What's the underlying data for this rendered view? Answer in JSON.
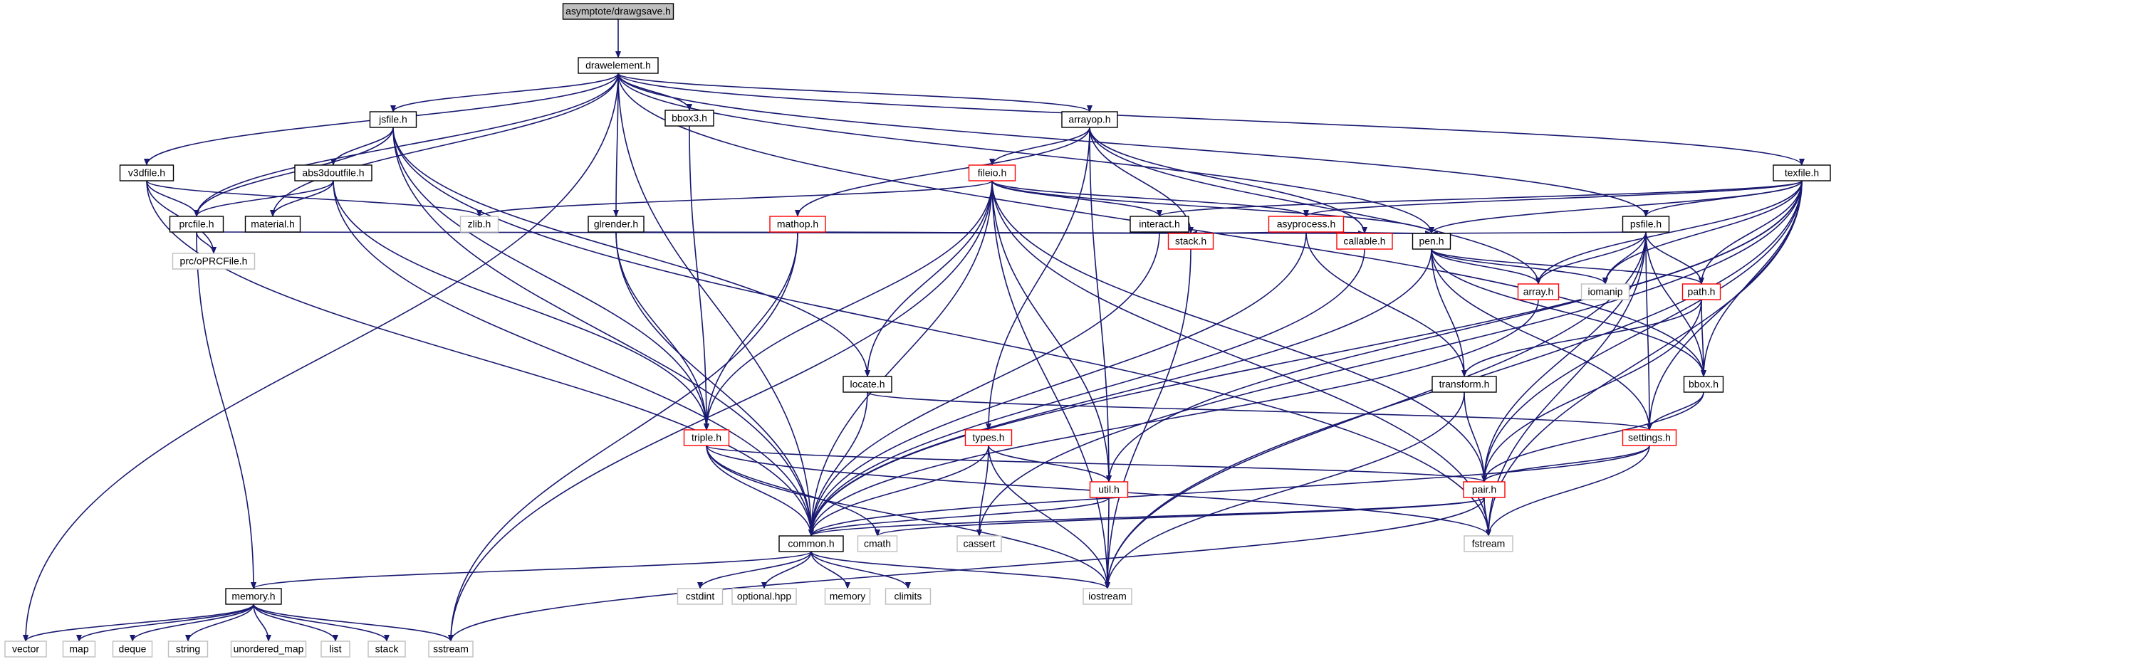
{
  "colors": {
    "edge": "#191970",
    "node_border_default": "#000000",
    "node_border_truncated": "#ff0000",
    "node_border_system": "#bfbfbf",
    "root_fill": "#bfbfbf",
    "node_fill": "#ffffff"
  },
  "nodes": [
    {
      "id": "drawgsave",
      "label": "asymptote/drawgsave.h",
      "kind": "root"
    },
    {
      "id": "drawelement",
      "label": "drawelement.h",
      "kind": "normal"
    },
    {
      "id": "jsfile",
      "label": "jsfile.h",
      "kind": "normal"
    },
    {
      "id": "bbox3",
      "label": "bbox3.h",
      "kind": "normal"
    },
    {
      "id": "arrayop",
      "label": "arrayop.h",
      "kind": "normal"
    },
    {
      "id": "texfile",
      "label": "texfile.h",
      "kind": "normal"
    },
    {
      "id": "v3dfile",
      "label": "v3dfile.h",
      "kind": "normal"
    },
    {
      "id": "abs3doutfile",
      "label": "abs3doutfile.h",
      "kind": "normal"
    },
    {
      "id": "fileio",
      "label": "fileio.h",
      "kind": "truncated"
    },
    {
      "id": "prcfile",
      "label": "prcfile.h",
      "kind": "normal"
    },
    {
      "id": "material",
      "label": "material.h",
      "kind": "normal"
    },
    {
      "id": "zlib",
      "label": "zlib.h",
      "kind": "system"
    },
    {
      "id": "glrender",
      "label": "glrender.h",
      "kind": "normal"
    },
    {
      "id": "mathop",
      "label": "mathop.h",
      "kind": "truncated"
    },
    {
      "id": "interact",
      "label": "interact.h",
      "kind": "normal"
    },
    {
      "id": "asyprocess",
      "label": "asyprocess.h",
      "kind": "truncated"
    },
    {
      "id": "psfile",
      "label": "psfile.h",
      "kind": "normal"
    },
    {
      "id": "prcOPRC",
      "label": "prc/oPRCFile.h",
      "kind": "system"
    },
    {
      "id": "stack",
      "label": "stack.h",
      "kind": "truncated"
    },
    {
      "id": "callable",
      "label": "callable.h",
      "kind": "truncated"
    },
    {
      "id": "pen",
      "label": "pen.h",
      "kind": "normal"
    },
    {
      "id": "array",
      "label": "array.h",
      "kind": "truncated"
    },
    {
      "id": "iomanip",
      "label": "iomanip",
      "kind": "system"
    },
    {
      "id": "path",
      "label": "path.h",
      "kind": "truncated"
    },
    {
      "id": "locate",
      "label": "locate.h",
      "kind": "normal"
    },
    {
      "id": "transform",
      "label": "transform.h",
      "kind": "normal"
    },
    {
      "id": "bbox",
      "label": "bbox.h",
      "kind": "normal"
    },
    {
      "id": "triple",
      "label": "triple.h",
      "kind": "truncated"
    },
    {
      "id": "types",
      "label": "types.h",
      "kind": "truncated"
    },
    {
      "id": "settings",
      "label": "settings.h",
      "kind": "truncated"
    },
    {
      "id": "util",
      "label": "util.h",
      "kind": "truncated"
    },
    {
      "id": "pair",
      "label": "pair.h",
      "kind": "truncated"
    },
    {
      "id": "common",
      "label": "common.h",
      "kind": "normal"
    },
    {
      "id": "cmath",
      "label": "cmath",
      "kind": "system"
    },
    {
      "id": "cassert",
      "label": "cassert",
      "kind": "system"
    },
    {
      "id": "fstream",
      "label": "fstream",
      "kind": "system"
    },
    {
      "id": "memory_h",
      "label": "memory.h",
      "kind": "normal"
    },
    {
      "id": "cstdint",
      "label": "cstdint",
      "kind": "system"
    },
    {
      "id": "optional",
      "label": "optional.hpp",
      "kind": "system"
    },
    {
      "id": "memory_std",
      "label": "memory",
      "kind": "system"
    },
    {
      "id": "climits",
      "label": "climits",
      "kind": "system"
    },
    {
      "id": "iostream",
      "label": "iostream",
      "kind": "system"
    },
    {
      "id": "vector",
      "label": "vector",
      "kind": "system"
    },
    {
      "id": "map",
      "label": "map",
      "kind": "system"
    },
    {
      "id": "deque",
      "label": "deque",
      "kind": "system"
    },
    {
      "id": "string",
      "label": "string",
      "kind": "system"
    },
    {
      "id": "unordered_map",
      "label": "unordered_map",
      "kind": "system"
    },
    {
      "id": "list",
      "label": "list",
      "kind": "system"
    },
    {
      "id": "stack_std",
      "label": "stack",
      "kind": "system"
    },
    {
      "id": "sstream",
      "label": "sstream",
      "kind": "system"
    }
  ],
  "edges": [
    [
      "drawgsave",
      "drawelement"
    ],
    [
      "drawelement",
      "jsfile"
    ],
    [
      "drawelement",
      "bbox3"
    ],
    [
      "drawelement",
      "arrayop"
    ],
    [
      "drawelement",
      "texfile"
    ],
    [
      "drawelement",
      "v3dfile"
    ],
    [
      "drawelement",
      "prcfile"
    ],
    [
      "drawelement",
      "material"
    ],
    [
      "drawelement",
      "glrender"
    ],
    [
      "drawelement",
      "psfile"
    ],
    [
      "drawelement",
      "pen"
    ],
    [
      "drawelement",
      "bbox"
    ],
    [
      "drawelement",
      "common"
    ],
    [
      "drawelement",
      "vector"
    ],
    [
      "jsfile",
      "abs3doutfile"
    ],
    [
      "jsfile",
      "prcfile"
    ],
    [
      "jsfile",
      "locate"
    ],
    [
      "jsfile",
      "triple"
    ],
    [
      "jsfile",
      "common"
    ],
    [
      "jsfile",
      "fstream"
    ],
    [
      "bbox3",
      "triple"
    ],
    [
      "arrayop",
      "fileio"
    ],
    [
      "arrayop",
      "mathop"
    ],
    [
      "arrayop",
      "types"
    ],
    [
      "arrayop",
      "util"
    ],
    [
      "arrayop",
      "stack"
    ],
    [
      "arrayop",
      "callable"
    ],
    [
      "arrayop",
      "array"
    ],
    [
      "texfile",
      "psfile"
    ],
    [
      "texfile",
      "asyprocess"
    ],
    [
      "texfile",
      "interact"
    ],
    [
      "texfile",
      "pen"
    ],
    [
      "texfile",
      "array"
    ],
    [
      "texfile",
      "iomanip"
    ],
    [
      "texfile",
      "path"
    ],
    [
      "texfile",
      "bbox"
    ],
    [
      "texfile",
      "settings"
    ],
    [
      "texfile",
      "pair"
    ],
    [
      "texfile",
      "util"
    ],
    [
      "texfile",
      "common"
    ],
    [
      "texfile",
      "cassert"
    ],
    [
      "texfile",
      "fstream"
    ],
    [
      "texfile",
      "iostream"
    ],
    [
      "v3dfile",
      "prcfile"
    ],
    [
      "v3dfile",
      "prcOPRC"
    ],
    [
      "v3dfile",
      "zlib"
    ],
    [
      "v3dfile",
      "common"
    ],
    [
      "abs3doutfile",
      "prcfile"
    ],
    [
      "abs3doutfile",
      "material"
    ],
    [
      "abs3doutfile",
      "triple"
    ],
    [
      "abs3doutfile",
      "common"
    ],
    [
      "fileio",
      "zlib"
    ],
    [
      "fileio",
      "interact"
    ],
    [
      "fileio",
      "asyprocess"
    ],
    [
      "fileio",
      "pen"
    ],
    [
      "fileio",
      "locate"
    ],
    [
      "fileio",
      "triple"
    ],
    [
      "fileio",
      "util"
    ],
    [
      "fileio",
      "pair"
    ],
    [
      "fileio",
      "common"
    ],
    [
      "fileio",
      "fstream"
    ],
    [
      "fileio",
      "iostream"
    ],
    [
      "fileio",
      "sstream"
    ],
    [
      "prcfile",
      "prcOPRC"
    ],
    [
      "prcfile",
      "pen"
    ],
    [
      "prcfile",
      "memory_h"
    ],
    [
      "glrender",
      "pen"
    ],
    [
      "glrender",
      "triple"
    ],
    [
      "glrender",
      "common"
    ],
    [
      "mathop",
      "stack"
    ],
    [
      "mathop",
      "triple"
    ],
    [
      "mathop",
      "sstream"
    ],
    [
      "interact",
      "common"
    ],
    [
      "asyprocess",
      "stack"
    ],
    [
      "asyprocess",
      "callable"
    ],
    [
      "asyprocess",
      "pen"
    ],
    [
      "asyprocess",
      "transform"
    ],
    [
      "asyprocess",
      "common"
    ],
    [
      "psfile",
      "pen"
    ],
    [
      "psfile",
      "array"
    ],
    [
      "psfile",
      "iomanip"
    ],
    [
      "psfile",
      "path"
    ],
    [
      "psfile",
      "bbox"
    ],
    [
      "psfile",
      "pair"
    ],
    [
      "psfile",
      "settings"
    ],
    [
      "psfile",
      "fstream"
    ],
    [
      "psfile",
      "iostream"
    ],
    [
      "stack",
      "iostream"
    ],
    [
      "callable",
      "common"
    ],
    [
      "pen",
      "array"
    ],
    [
      "pen",
      "iomanip"
    ],
    [
      "pen",
      "path"
    ],
    [
      "pen",
      "transform"
    ],
    [
      "pen",
      "bbox"
    ],
    [
      "pen",
      "settings"
    ],
    [
      "pen",
      "common"
    ],
    [
      "array",
      "common"
    ],
    [
      "path",
      "bbox"
    ],
    [
      "path",
      "transform"
    ],
    [
      "path",
      "pair"
    ],
    [
      "locate",
      "settings"
    ],
    [
      "locate",
      "common"
    ],
    [
      "transform",
      "pair"
    ],
    [
      "transform",
      "iostream"
    ],
    [
      "bbox",
      "pair"
    ],
    [
      "bbox",
      "settings"
    ],
    [
      "triple",
      "pair"
    ],
    [
      "triple",
      "common"
    ],
    [
      "triple",
      "cmath"
    ],
    [
      "triple",
      "fstream"
    ],
    [
      "triple",
      "iostream"
    ],
    [
      "types",
      "util"
    ],
    [
      "types",
      "common"
    ],
    [
      "types",
      "cassert"
    ],
    [
      "types",
      "iostream"
    ],
    [
      "settings",
      "pair"
    ],
    [
      "settings",
      "common"
    ],
    [
      "settings",
      "fstream"
    ],
    [
      "util",
      "common"
    ],
    [
      "util",
      "iostream"
    ],
    [
      "pair",
      "common"
    ],
    [
      "pair",
      "cmath"
    ],
    [
      "pair",
      "fstream"
    ],
    [
      "pair",
      "sstream"
    ],
    [
      "common",
      "memory_h"
    ],
    [
      "common",
      "cstdint"
    ],
    [
      "common",
      "optional"
    ],
    [
      "common",
      "memory_std"
    ],
    [
      "common",
      "climits"
    ],
    [
      "common",
      "iostream"
    ],
    [
      "memory_h",
      "vector"
    ],
    [
      "memory_h",
      "map"
    ],
    [
      "memory_h",
      "deque"
    ],
    [
      "memory_h",
      "string"
    ],
    [
      "memory_h",
      "unordered_map"
    ],
    [
      "memory_h",
      "list"
    ],
    [
      "memory_h",
      "stack_std"
    ],
    [
      "memory_h",
      "sstream"
    ]
  ]
}
